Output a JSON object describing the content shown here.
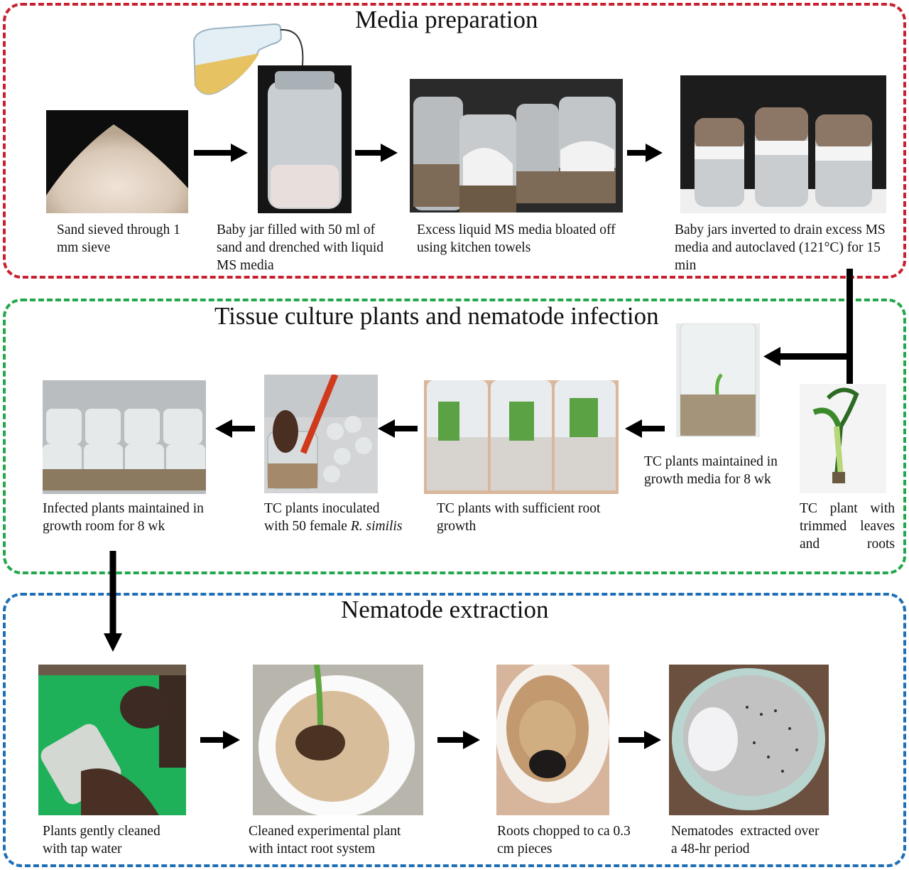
{
  "sections": [
    {
      "title": "Media preparation",
      "color": "#c8202f",
      "steps": [
        {
          "caption": "Sand sieved through 1 mm sieve",
          "image": "sieved-sand-photo"
        },
        {
          "caption": "Baby jar filled with 50 ml of sand and drenched with liquid MS media",
          "image": "baby-jar-photo"
        },
        {
          "caption": "Excess liquid MS media bloated off using kitchen towels",
          "image": "jars-with-towels-photo"
        },
        {
          "caption": "Baby jars inverted to drain excess MS media and autoclaved (121°C) for 15 min",
          "image": "inverted-jars-photo"
        }
      ]
    },
    {
      "title": "Tissue culture plants and nematode infection",
      "color": "#21a84a",
      "steps": [
        {
          "caption": "TC plant with trimmed leaves and roots",
          "image": "trimmed-plant-photo"
        },
        {
          "caption": "TC plants maintained in growth media for 8 wk",
          "image": "plant-in-jar-photo"
        },
        {
          "caption": "TC plants with sufficient root growth",
          "image": "rooted-plants-photo"
        },
        {
          "caption_prefix": "TC plants inoculated with 50 female ",
          "caption_italic": "R. similis",
          "image": "inoculation-photo"
        },
        {
          "caption": "Infected plants maintained in growth room for 8 wk",
          "image": "growth-room-photo"
        }
      ]
    },
    {
      "title": "Nematode extraction",
      "color": "#1f6fb7",
      "steps": [
        {
          "caption": "Plants gently cleaned with tap water",
          "image": "cleaning-photo"
        },
        {
          "caption": "Cleaned experimental plant with intact root system",
          "image": "cleaned-plant-photo"
        },
        {
          "caption": "Roots chopped to ca 0.3 cm pieces",
          "image": "chopped-roots-photo"
        },
        {
          "caption": "Nematodes  extracted over a 48-hr period",
          "image": "extraction-dish-photo"
        }
      ]
    }
  ]
}
